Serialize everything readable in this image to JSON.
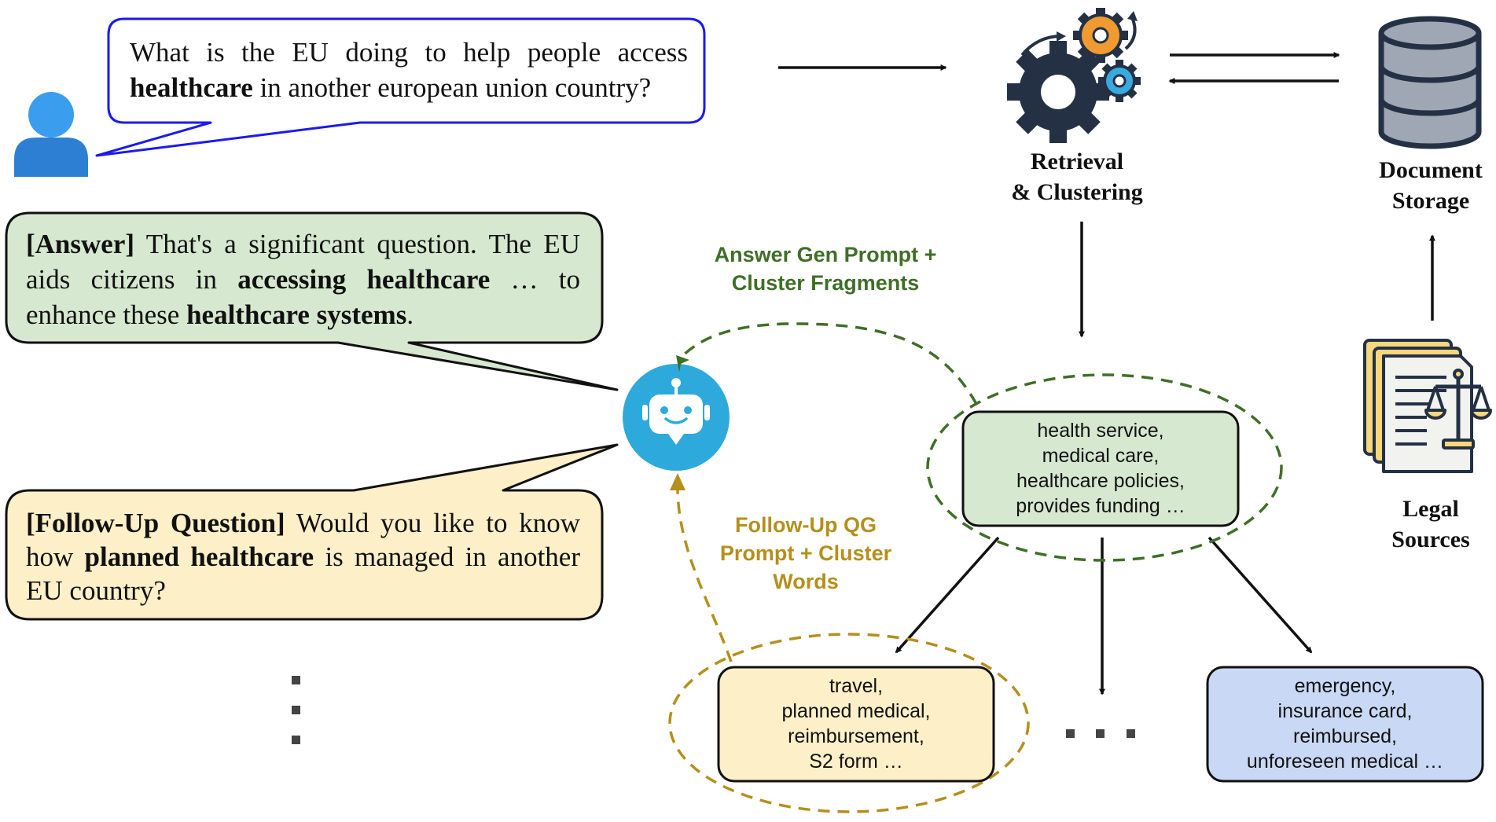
{
  "user_question": {
    "parts": [
      {
        "text": "What is the EU doing to help people access ",
        "bold": false
      },
      {
        "text": "healthcare",
        "bold": true
      },
      {
        "text": " in another european union country?",
        "bold": false
      }
    ]
  },
  "answer": {
    "parts": [
      {
        "text": "[Answer]",
        "bold": true
      },
      {
        "text": " That's a significant question. The EU aids citizens in ",
        "bold": false
      },
      {
        "text": "accessing healthcare",
        "bold": true
      },
      {
        "text": " … to enhance these ",
        "bold": false
      },
      {
        "text": "healthcare systems",
        "bold": true
      },
      {
        "text": ".",
        "bold": false
      }
    ]
  },
  "follow_up": {
    "parts": [
      {
        "text": "[Follow-Up Question]",
        "bold": true
      },
      {
        "text": " Would you like to know how ",
        "bold": false
      },
      {
        "text": "planned healthcare",
        "bold": true
      },
      {
        "text": " is managed in another EU country?",
        "bold": false
      }
    ]
  },
  "nodes": {
    "retrieval": {
      "line1": "Retrieval",
      "line2": "& Clustering"
    },
    "storage": {
      "line1": "Document",
      "line2": "Storage"
    },
    "legal": {
      "line1": "Legal",
      "line2": "Sources"
    }
  },
  "flow_labels": {
    "answer_gen": {
      "line1": "Answer Gen Prompt +",
      "line2": "Cluster Fragments"
    },
    "followup_qg": {
      "line1": "Follow-Up QG",
      "line2": "Prompt + Cluster",
      "line3": "Words"
    }
  },
  "clusters": {
    "main": {
      "items": [
        "health service,",
        "medical care,",
        "healthcare policies,",
        "provides funding …"
      ]
    },
    "travel": {
      "items": [
        "travel,",
        "planned medical,",
        "reimbursement,",
        "S2 form …"
      ]
    },
    "emergency": {
      "items": [
        "emergency,",
        "insurance card,",
        "reimbursed,",
        "unforeseen medical …"
      ]
    }
  },
  "colors": {
    "question_border": "#1a1aee",
    "answer_fill": "#d6e8d0",
    "followup_fill": "#fdefc8",
    "cluster_green_fill": "#d6e8d0",
    "cluster_yellow_fill": "#fdefc8",
    "cluster_blue_fill": "#c9d9f5",
    "answer_flow": "#3f6f27",
    "followup_flow": "#b58f1c",
    "user_icon": "#2d7fd3",
    "robot_icon": "#2ea9dc"
  },
  "icons": [
    "user-icon",
    "robot-icon",
    "gears-icon",
    "database-icon",
    "legal-documents-icon"
  ]
}
